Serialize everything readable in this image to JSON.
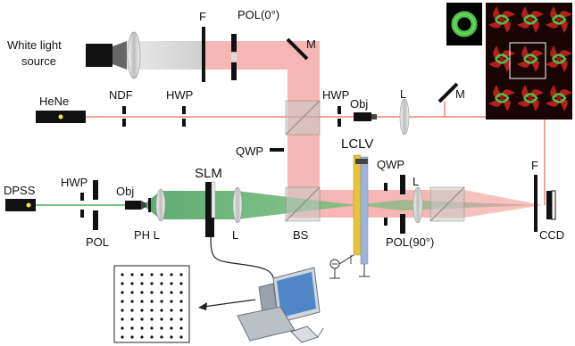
{
  "labels": {
    "white_light_source": [
      "White light",
      "source"
    ],
    "f_top": "F",
    "pol_top": "POL(0°)",
    "m_top": "M",
    "ndf": "NDF",
    "hwp_top": "HWP",
    "hene": "HeNe",
    "hwp_mid": "HWP",
    "obj_mid": "Obj",
    "l_mid": "L",
    "m_right": "M",
    "qwp_left": "QWP",
    "lclv": "LCLV",
    "qwp_right": "QWP",
    "l_right": "L",
    "f_right": "F",
    "dpss": "DPSS",
    "hwp_low": "HWP",
    "obj_low": "Obj",
    "slm": "SLM",
    "pol_low": "POL",
    "ph_l": "PH L",
    "l_low": "L",
    "bs": "BS",
    "pol_90": "POL(90°)",
    "ccd": "CCD"
  },
  "colors": {
    "white_beam": "#d3d3d3",
    "pink_beam": "#f4b7b3",
    "red_line": "#e04a3a",
    "green_beam": "#5fae6e",
    "lclv_yellow": "#e7c43a",
    "lclv_blue": "#9ab4dc",
    "inset_red": "#c4231e",
    "inset_green": "#4fc24a"
  },
  "icons": [
    "white-light-source-icon",
    "hene-laser-icon",
    "dpss-laser-icon",
    "computer-icon",
    "dot-array-pattern-icon",
    "vortex-inset-image",
    "doughnut-inset-image"
  ]
}
